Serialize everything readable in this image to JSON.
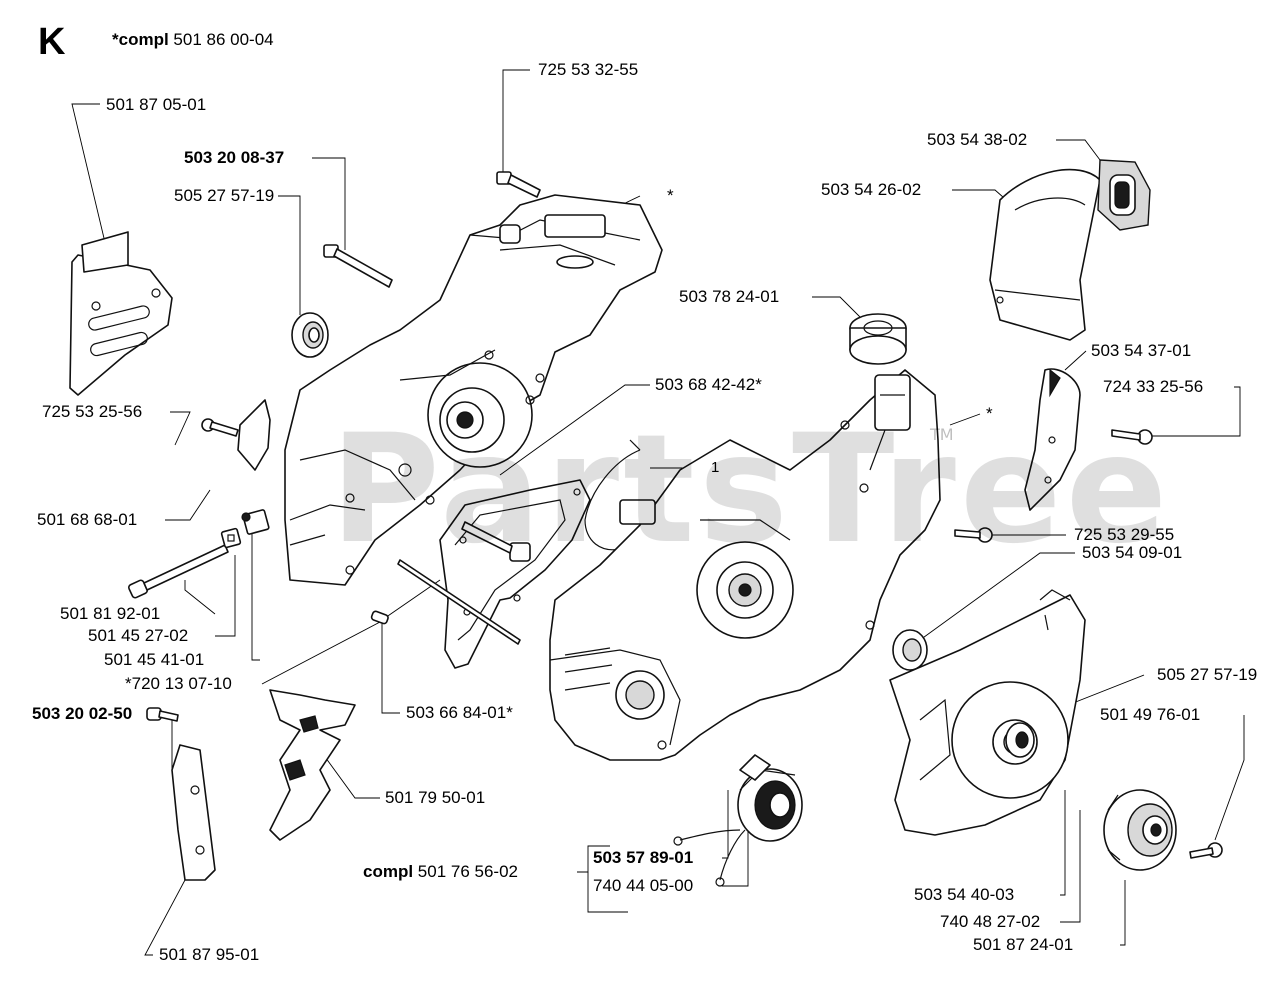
{
  "section_letter": "K",
  "compl_prefix": "*compl",
  "compl_part": "501 86 00-04",
  "watermark": "PartsTree",
  "watermark_tm": "TM",
  "circle_ref": "1",
  "labels": {
    "p7255332": "725 53 32-55",
    "p5018705": "501 87 05-01",
    "p5032008": "503 20 08-37",
    "p5052757_top": "505 27 57-19",
    "star_top": "*",
    "p5035438": "503 54 38-02",
    "p5035426": "503 54 26-02",
    "p5037824": "503 78 24-01",
    "p5035437": "503 54 37-01",
    "p7243325": "724 33 25-56",
    "p5036842": "503 68 42-42*",
    "p7255325": "725 53 25-56",
    "star_right": "*",
    "p5016868": "501 68 68-01",
    "p7255329": "725 53 29-55",
    "p5035409": "503 54 09-01",
    "p5018192": "501 81 92-01",
    "p5014527": "501 45 27-02",
    "p5014541": "501 45 41-01",
    "p7201307": "*720 13 07-10",
    "p5052757_right": "505 27 57-19",
    "p5032002": "503 20 02-50",
    "p5036684": "503 66 84-01*",
    "p5014976": "501 49 76-01",
    "p5017950": "501 79 50-01",
    "p5035789": "503 57 89-01",
    "compl_bottom_prefix": "compl",
    "compl_bottom_part": "501 76 56-02",
    "p7404405": "740 44 05-00",
    "p5035440": "503 54 40-03",
    "p7404827": "740 48 27-02",
    "p5018724": "501 87 24-01",
    "p5018795": "501 87 95-01"
  }
}
